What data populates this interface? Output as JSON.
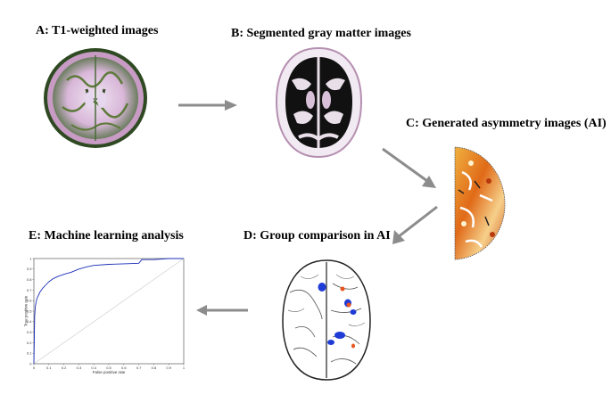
{
  "panels": {
    "a": {
      "label": "A: T1-weighted images"
    },
    "b": {
      "label": "B: Segmented gray matter images"
    },
    "c": {
      "label": "C: Generated asymmetry images (AI)"
    },
    "d": {
      "label": "D: Group comparison in AI"
    },
    "e": {
      "label": "E: Machine learning analysis"
    }
  },
  "colors": {
    "arrow": "#8c8c8c",
    "roc_curve": "#1a2fb8",
    "diagonal": "#b0b0b0",
    "cluster_blue": "#1f3bd6",
    "cluster_red": "#e8531e"
  },
  "chart_data": {
    "type": "line",
    "xlabel": "False positive rate",
    "ylabel": "True positive rate",
    "xlim": [
      0,
      1
    ],
    "ylim": [
      0,
      1
    ],
    "xticks": [
      "0",
      "0.1",
      "0.2",
      "0.3",
      "0.4",
      "0.5",
      "0.6",
      "0.7",
      "0.8",
      "0.9",
      "1"
    ],
    "yticks": [
      "0",
      "0.1",
      "0.2",
      "0.3",
      "0.4",
      "0.5",
      "0.6",
      "0.7",
      "0.8",
      "0.9",
      "1"
    ],
    "series": [
      {
        "x": [
          0,
          0.005,
          0.01,
          0.02,
          0.04,
          0.06,
          0.08,
          0.1,
          0.13,
          0.16,
          0.2,
          0.25,
          0.3,
          0.35,
          0.4,
          0.5,
          0.6,
          0.7,
          0.72,
          0.8,
          0.9,
          1.0
        ],
        "y": [
          0,
          0.45,
          0.55,
          0.62,
          0.68,
          0.72,
          0.75,
          0.78,
          0.81,
          0.83,
          0.85,
          0.87,
          0.9,
          0.92,
          0.935,
          0.945,
          0.95,
          0.955,
          0.99,
          0.99,
          1.0,
          1.0
        ]
      },
      {
        "x": [
          0,
          1
        ],
        "y": [
          0,
          1
        ]
      }
    ]
  }
}
